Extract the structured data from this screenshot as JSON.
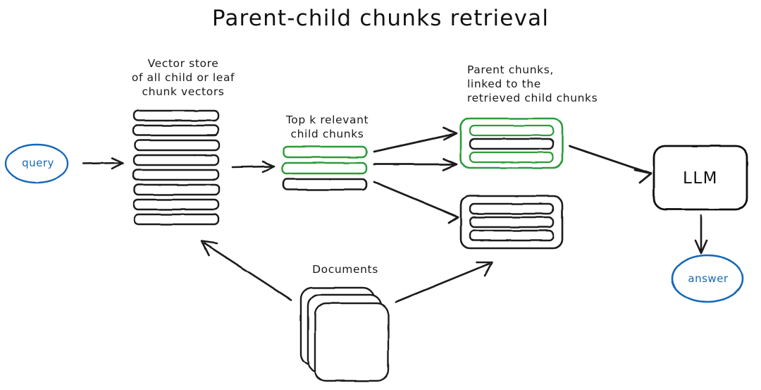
{
  "diagram": {
    "title": "Parent-child chunks retrieval",
    "type": "flow-diagram",
    "colors": {
      "ink": "#1a1a1a",
      "accent_blue": "#1668b5",
      "accent_green": "#2e9b3a",
      "background": "#ffffff"
    },
    "labels": {
      "vector_store": "Vector store\nof all child or leaf\nchunk vectors",
      "top_k": "Top k relevant\nchild chunks",
      "parent_chunks": "Parent chunks,\nlinked to the\nretrieved child chunks",
      "documents": "Documents"
    },
    "nodes": {
      "query": {
        "label": "query",
        "shape": "ellipse",
        "color": "#1668b5"
      },
      "answer": {
        "label": "answer",
        "shape": "ellipse",
        "color": "#1668b5"
      },
      "llm": {
        "label": "LLM",
        "shape": "rounded-rect",
        "color": "#111111"
      }
    },
    "vector_store": {
      "bar_count": 8,
      "bars": [
        {
          "color": "black"
        },
        {
          "color": "black"
        },
        {
          "color": "black"
        },
        {
          "color": "black"
        },
        {
          "color": "black"
        },
        {
          "color": "black"
        },
        {
          "color": "black"
        },
        {
          "color": "black"
        }
      ]
    },
    "top_k_chunks": {
      "bar_count": 3,
      "bars": [
        {
          "color": "green"
        },
        {
          "color": "green"
        },
        {
          "color": "black"
        }
      ]
    },
    "parent_boxes": [
      {
        "name": "parent-chunk-green",
        "outline": "green",
        "bars": [
          {
            "color": "green"
          },
          {
            "color": "black"
          },
          {
            "color": "green"
          }
        ]
      },
      {
        "name": "parent-chunk-black",
        "outline": "black",
        "bars": [
          {
            "color": "black"
          },
          {
            "color": "black"
          },
          {
            "color": "black"
          }
        ]
      }
    ],
    "documents_stack": {
      "sheet_count": 3
    },
    "arrows": [
      {
        "name": "query-to-vector-store",
        "from": "query",
        "to": "vector-store"
      },
      {
        "name": "vector-store-to-top-k",
        "from": "vector-store",
        "to": "top-k-chunks"
      },
      {
        "name": "top-k-chunk-1-to-green-parent",
        "from": "top-k-chunks",
        "to": "parent-chunk-green"
      },
      {
        "name": "top-k-chunk-2-to-green-parent",
        "from": "top-k-chunks",
        "to": "parent-chunk-green"
      },
      {
        "name": "top-k-chunk-3-to-black-parent",
        "from": "top-k-chunks",
        "to": "parent-chunk-black"
      },
      {
        "name": "green-parent-to-llm",
        "from": "parent-chunk-green",
        "to": "llm"
      },
      {
        "name": "llm-to-answer",
        "from": "llm",
        "to": "answer"
      },
      {
        "name": "documents-to-vector-store",
        "from": "documents",
        "to": "vector-store"
      },
      {
        "name": "documents-to-black-parent",
        "from": "documents",
        "to": "parent-chunk-black"
      }
    ]
  }
}
